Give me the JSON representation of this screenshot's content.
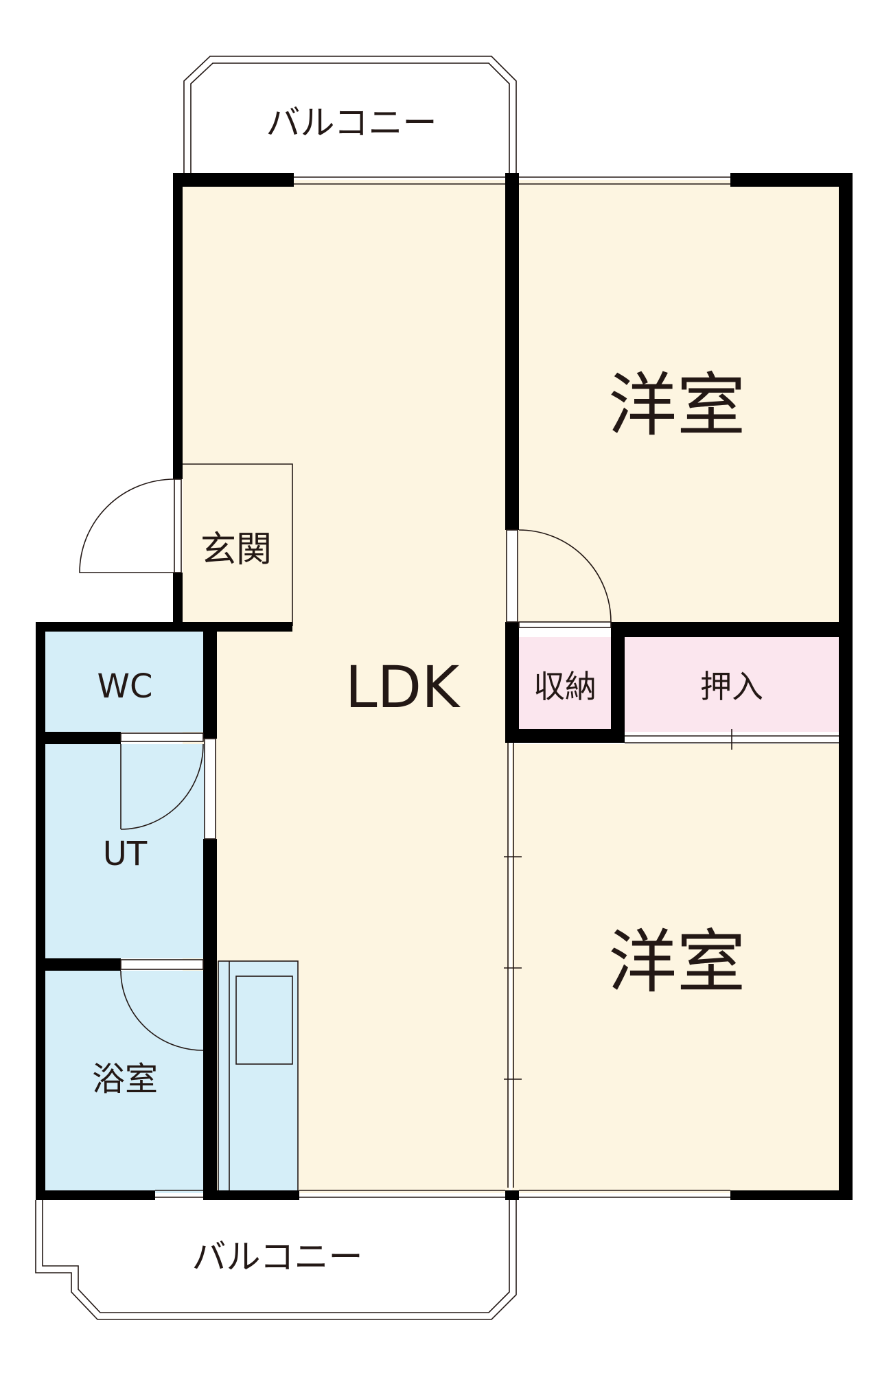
{
  "floor_plan": {
    "balcony_top": "バルコニー",
    "balcony_bottom": "バルコニー",
    "ldk": "LDK",
    "western_room_upper": "洋室",
    "western_room_lower": "洋室",
    "entrance": "玄関",
    "wc": "WC",
    "utility": "UT",
    "bathroom": "浴室",
    "storage": "収納",
    "closet": "押入"
  },
  "colors": {
    "wall": "#000000",
    "living_floor": "#fdf5e1",
    "water_area": "#d5eef8",
    "storage_area": "#fbe6ee",
    "thin_line": "#231815"
  }
}
